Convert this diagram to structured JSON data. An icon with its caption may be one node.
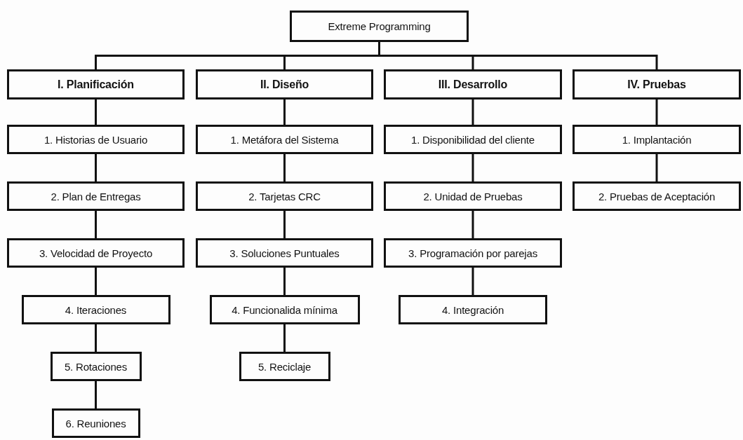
{
  "diagram": {
    "nodes": [
      {
        "text": [
          "Extreme Programming"
        ]
      },
      {
        "text": [
          "I. Planificación"
        ]
      },
      {
        "text": [
          "II. Diseño"
        ]
      },
      {
        "text": [
          "III. Desarrollo"
        ]
      },
      {
        "text": [
          "IV. Pruebas"
        ]
      },
      {
        "text": [
          "1. Historias de Usuario"
        ]
      },
      {
        "text": [
          "2. Plan de Entregas"
        ]
      },
      {
        "text": [
          "3. Velocidad de Proyecto"
        ]
      },
      {
        "text": [
          "4. Iteraciones"
        ]
      },
      {
        "text": [
          "5. Rotaciones"
        ]
      },
      {
        "text": [
          "6. Reuniones"
        ]
      },
      {
        "text": [
          "1. Metáfora del Sistema"
        ]
      },
      {
        "text": [
          "2. Tarjetas CRC"
        ]
      },
      {
        "text": [
          "3. Soluciones Puntuales"
        ]
      },
      {
        "text": [
          "4. Funcionalida mínima"
        ]
      },
      {
        "text": [
          "5. Reciclaje"
        ]
      },
      {
        "text": [
          "1. Disponibilidad del cliente"
        ]
      },
      {
        "text": [
          "2. Unidad de Pruebas"
        ]
      },
      {
        "text": [
          "3. Programación por parejas"
        ]
      },
      {
        "text": [
          "4. Integración"
        ]
      },
      {
        "text": [
          "1. Implantación"
        ]
      },
      {
        "text": [
          "2. Pruebas de Aceptación"
        ]
      }
    ],
    "edges": [
      {
        "from": 0,
        "to": 1,
        "arrow": "none"
      },
      {
        "from": 0,
        "to": 2,
        "arrow": "none"
      },
      {
        "from": 0,
        "to": 3,
        "arrow": "none"
      },
      {
        "from": 0,
        "to": 4,
        "arrow": "none"
      },
      {
        "from": 1,
        "to": 5,
        "arrow": "none"
      },
      {
        "from": 5,
        "to": 6,
        "arrow": "none"
      },
      {
        "from": 6,
        "to": 7,
        "arrow": "none"
      },
      {
        "from": 7,
        "to": 8,
        "arrow": "none"
      },
      {
        "from": 8,
        "to": 9,
        "arrow": "none"
      },
      {
        "from": 9,
        "to": 10,
        "arrow": "none"
      },
      {
        "from": 2,
        "to": 11,
        "arrow": "none"
      },
      {
        "from": 11,
        "to": 12,
        "arrow": "none"
      },
      {
        "from": 12,
        "to": 13,
        "arrow": "none"
      },
      {
        "from": 13,
        "to": 14,
        "arrow": "none"
      },
      {
        "from": 14,
        "to": 15,
        "arrow": "none"
      },
      {
        "from": 3,
        "to": 16,
        "arrow": "none"
      },
      {
        "from": 16,
        "to": 17,
        "arrow": "none"
      },
      {
        "from": 17,
        "to": 18,
        "arrow": "none"
      },
      {
        "from": 18,
        "to": 19,
        "arrow": "none"
      },
      {
        "from": 4,
        "to": 20,
        "arrow": "none"
      },
      {
        "from": 20,
        "to": 21,
        "arrow": "none"
      }
    ]
  }
}
